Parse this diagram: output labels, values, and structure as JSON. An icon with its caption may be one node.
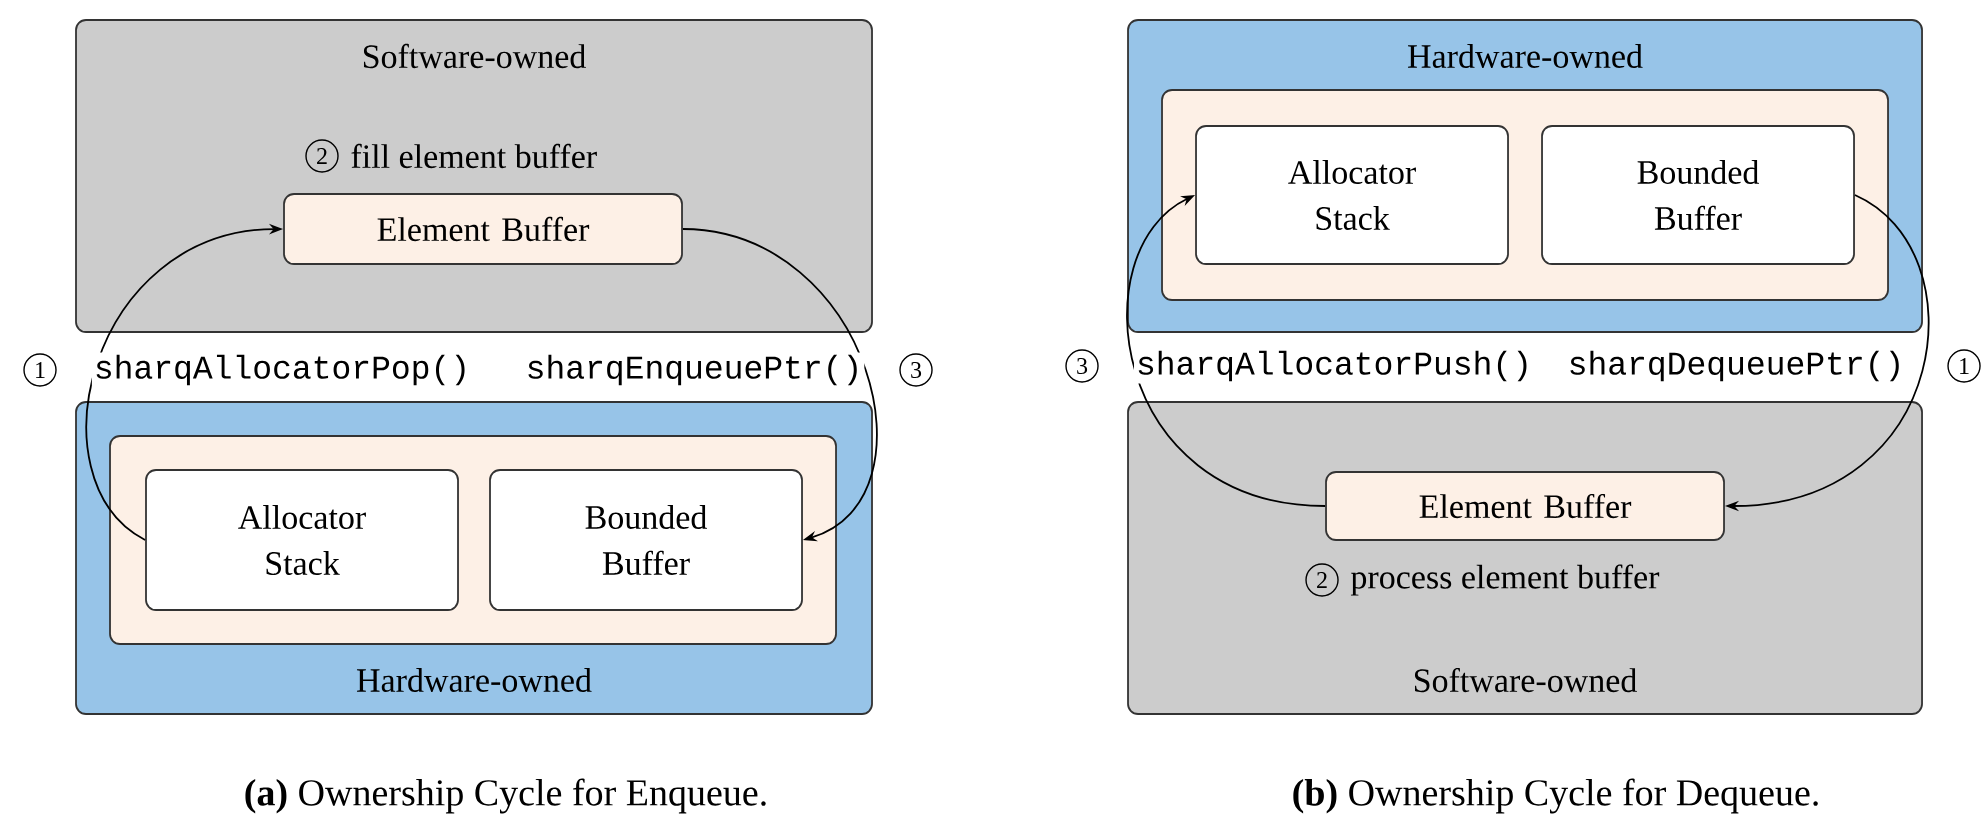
{
  "diagram": {
    "nodes": [
      {
        "text": [
          "Software-owned"
        ]
      },
      {
        "text": [
          "Element Buffer"
        ],
        "in": 0,
        "beside": [
          "fill element buffer"
        ]
      },
      {
        "text": [
          "Hardware-owned"
        ]
      },
      {
        "text": [],
        "shape": "box",
        "in": 2
      },
      {
        "text": [
          "Allocator Stack"
        ],
        "in": 3
      },
      {
        "text": [
          "Bounded Buffer"
        ],
        "in": 3
      },
      {
        "text": [
          "Hardware-owned"
        ]
      },
      {
        "text": [],
        "shape": "box",
        "in": 6
      },
      {
        "text": [
          "Allocator Stack"
        ],
        "in": 7
      },
      {
        "text": [
          "Bounded Buffer"
        ],
        "in": 7
      },
      {
        "text": [
          "Software-owned"
        ]
      },
      {
        "text": [
          "Element Buffer"
        ],
        "in": 10,
        "beside": [
          "process element buffer"
        ]
      }
    ],
    "edges": [
      {
        "from": 4,
        "to": 1,
        "arrow": "to",
        "label": "sharqAllocatorPop()"
      },
      {
        "from": 1,
        "to": 5,
        "arrow": "to",
        "label": "sharqEnqueuePtr()"
      },
      {
        "from": 9,
        "to": 11,
        "arrow": "to",
        "label": "sharqDequeuePtr()"
      },
      {
        "from": 11,
        "to": 8,
        "arrow": "to",
        "label": "sharqAllocatorPush()"
      }
    ],
    "labels": [
      "2",
      "1",
      "3",
      "3",
      "1",
      "2",
      "**(a)** Ownership Cycle for Enqueue.",
      "**(b)** Ownership Cycle for Dequeue."
    ]
  }
}
